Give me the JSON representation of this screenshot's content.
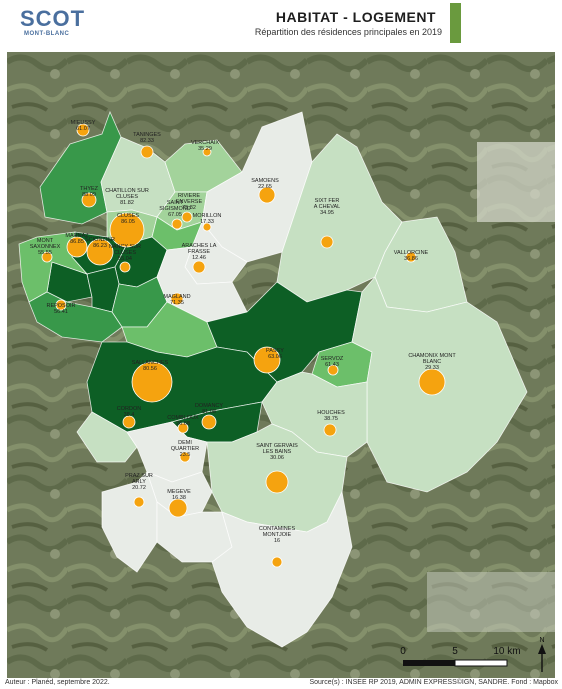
{
  "header": {
    "logo_text": "SCOT",
    "logo_sub": "MONT-BLANC",
    "title": "HABITAT - LOGEMENT",
    "subtitle": "Répartition des résidences principales en 2019"
  },
  "colors": {
    "accent": "#6a9a3e",
    "bubble": "#f5a30f",
    "bubble_stroke": "#ffffff",
    "class_1": "#e8ece7",
    "class_2": "#c6e0c2",
    "class_3": "#a3d39b",
    "class_4": "#6cbf6a",
    "class_5": "#38984a",
    "class_6": "#0d5f25"
  },
  "communes": [
    {
      "name": "MIEUSSY",
      "value": "61.07",
      "cls": 5
    },
    {
      "name": "TANINGES",
      "value": "82.33",
      "cls": 2
    },
    {
      "name": "VERCHAIX",
      "value": "35.29",
      "cls": 3
    },
    {
      "name": "CHATILLON SUR CLUSES",
      "value": "81.82",
      "cls": 3
    },
    {
      "name": "RIVIERE ENVERSE",
      "value": "75.82",
      "cls": 3
    },
    {
      "name": "SAINT SIGISMOND",
      "value": "67.05",
      "cls": 4
    },
    {
      "name": "SAMOENS",
      "value": "22.65",
      "cls": 1
    },
    {
      "name": "SIXT FER A CHEVAL",
      "value": "34.95",
      "cls": 2
    },
    {
      "name": "THYEZ",
      "value": "88.09",
      "cls": 6
    },
    {
      "name": "CLUSES",
      "value": "86.05",
      "cls": 6
    },
    {
      "name": "MORILLON",
      "value": "17.33",
      "cls": 1
    },
    {
      "name": "MARNAZ",
      "value": "86.85",
      "cls": 6
    },
    {
      "name": "SCIONZIER",
      "value": "86.23",
      "cls": 6
    },
    {
      "name": "NANCY SUR CLUSES",
      "value": "55.04",
      "cls": 5
    },
    {
      "name": "ARACHES LA FRASSE",
      "value": "12.46",
      "cls": 1
    },
    {
      "name": "MONT SAXONNEX",
      "value": "55.55",
      "cls": 4
    },
    {
      "name": "VALLORCINE",
      "value": "36.86",
      "cls": 2
    },
    {
      "name": "REPOSOIR",
      "value": "56.41",
      "cls": 5
    },
    {
      "name": "MAGLAND",
      "value": "71.35",
      "cls": 4
    },
    {
      "name": "PASSY",
      "value": "63.06",
      "cls": 6
    },
    {
      "name": "SERVOZ",
      "value": "61.43",
      "cls": 4
    },
    {
      "name": "CHAMONIX MONT BLANC",
      "value": "29.33",
      "cls": 2
    },
    {
      "name": "SALLANCHES",
      "value": "80.56",
      "cls": 6
    },
    {
      "name": "CORDON",
      "value": "38.4",
      "cls": 2
    },
    {
      "name": "DOMANCY",
      "value": "81.08",
      "cls": 6
    },
    {
      "name": "HOUCHES",
      "value": "38.75",
      "cls": 2
    },
    {
      "name": "COMBLOUX",
      "value": "26.68",
      "cls": 1
    },
    {
      "name": "DEMI QUARTIER",
      "value": "23.5",
      "cls": 1
    },
    {
      "name": "SAINT GERVAIS LES BAINS",
      "value": "30.06",
      "cls": 2
    },
    {
      "name": "PRAZ SUR ARLY",
      "value": "20.72",
      "cls": 1
    },
    {
      "name": "MEGEVE",
      "value": "16.38",
      "cls": 1
    },
    {
      "name": "CONTAMINES MONTJOIE",
      "value": "16",
      "cls": 1
    }
  ],
  "scalebar": {
    "labels": [
      "0",
      "5",
      "10 km"
    ]
  },
  "north_label": "N",
  "footer": {
    "author": "Auteur : Planéd, septembre 2022.",
    "sources": "Source(s) : INSEE RP 2019, ADMIN EXPRESS©IGN, SANDRE. Fond : Mapbox"
  }
}
